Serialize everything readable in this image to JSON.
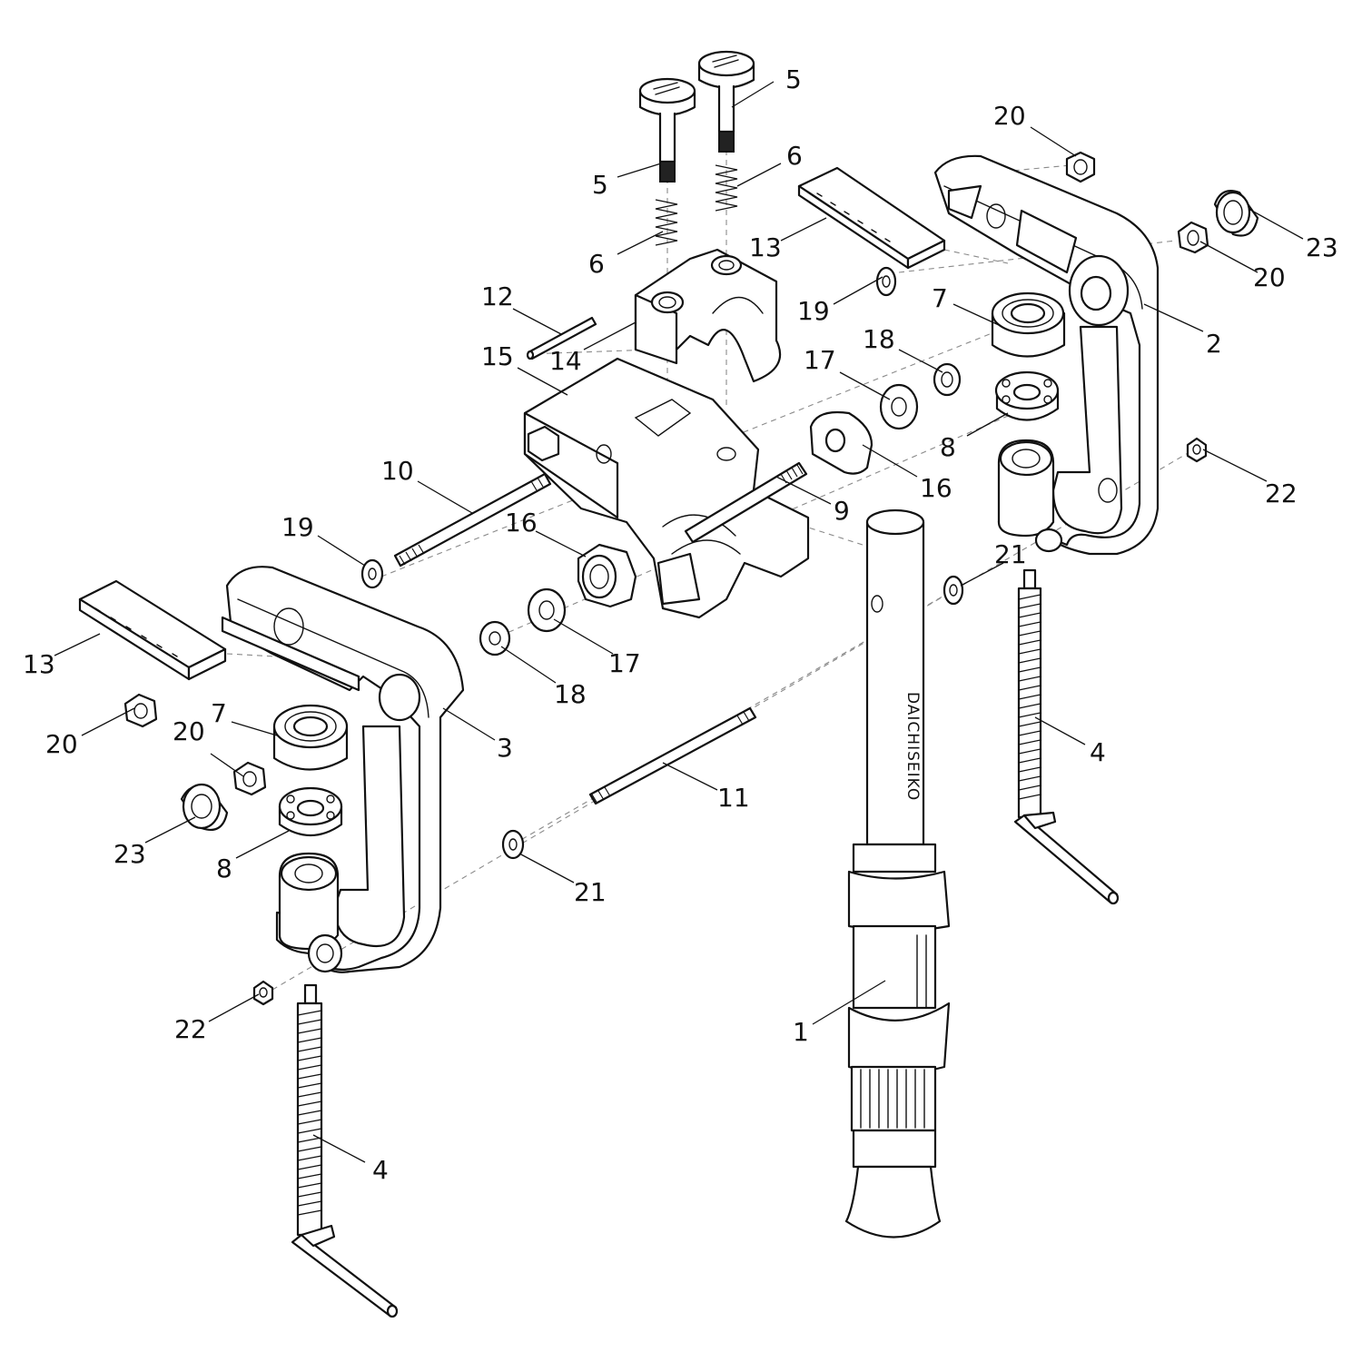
{
  "callouts": [
    {
      "id": "c5a",
      "text": "5"
    },
    {
      "id": "c5b",
      "text": "5"
    },
    {
      "id": "c6a",
      "text": "6"
    },
    {
      "id": "c6b",
      "text": "6"
    },
    {
      "id": "c20a",
      "text": "20"
    },
    {
      "id": "c23a",
      "text": "23"
    },
    {
      "id": "c20b",
      "text": "20"
    },
    {
      "id": "c13a",
      "text": "13"
    },
    {
      "id": "c12",
      "text": "12"
    },
    {
      "id": "c19a",
      "text": "19"
    },
    {
      "id": "c7a",
      "text": "7"
    },
    {
      "id": "c2",
      "text": "2"
    },
    {
      "id": "c14",
      "text": "14"
    },
    {
      "id": "c15",
      "text": "15"
    },
    {
      "id": "c18a",
      "text": "18"
    },
    {
      "id": "c17a",
      "text": "17"
    },
    {
      "id": "c8a",
      "text": "8"
    },
    {
      "id": "c16a",
      "text": "16"
    },
    {
      "id": "c22a",
      "text": "22"
    },
    {
      "id": "c10",
      "text": "10"
    },
    {
      "id": "c9",
      "text": "9"
    },
    {
      "id": "c16b",
      "text": "16"
    },
    {
      "id": "c19b",
      "text": "19"
    },
    {
      "id": "c21a",
      "text": "21"
    },
    {
      "id": "c13b",
      "text": "13"
    },
    {
      "id": "c17b",
      "text": "17"
    },
    {
      "id": "c18b",
      "text": "18"
    },
    {
      "id": "c20c",
      "text": "20"
    },
    {
      "id": "c7b",
      "text": "7"
    },
    {
      "id": "c20d",
      "text": "20"
    },
    {
      "id": "c3",
      "text": "3"
    },
    {
      "id": "c4a",
      "text": "4"
    },
    {
      "id": "c11",
      "text": "11"
    },
    {
      "id": "c23b",
      "text": "23"
    },
    {
      "id": "c8b",
      "text": "8"
    },
    {
      "id": "c21b",
      "text": "21"
    },
    {
      "id": "c1",
      "text": "1"
    },
    {
      "id": "c22b",
      "text": "22"
    },
    {
      "id": "c4b",
      "text": "4"
    }
  ],
  "brand_marking": "DAICHISEIKO"
}
